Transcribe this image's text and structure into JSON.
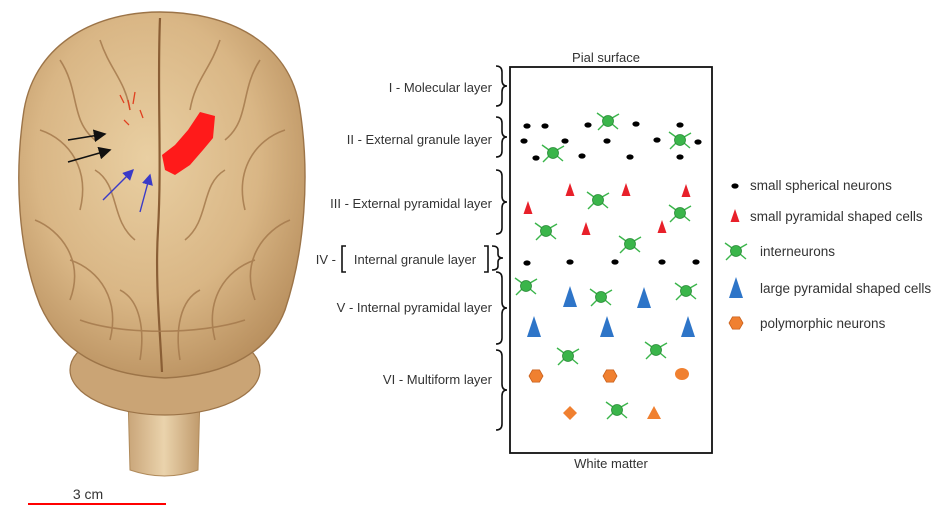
{
  "scale_bar": {
    "label": "3 cm",
    "color": "#ff0000"
  },
  "diagram": {
    "top_label": "Pial surface",
    "bottom_label": "White matter",
    "layers": [
      {
        "id": "I",
        "label": "I - Molecular layer"
      },
      {
        "id": "II",
        "label": "II - External granule layer"
      },
      {
        "id": "III",
        "label": "III - External pyramidal layer"
      },
      {
        "id": "IV",
        "label": "IV -",
        "boxed": "Internal granule layer"
      },
      {
        "id": "V",
        "label": "V - Internal pyramidal layer"
      },
      {
        "id": "VI",
        "label": "VI - Multiform layer"
      }
    ]
  },
  "legend": [
    {
      "label": "small spherical neurons",
      "shape": "small-ellipse",
      "color": "#000000"
    },
    {
      "label": "small pyramidal shaped cells",
      "shape": "small-triangle",
      "color": "#e8202a"
    },
    {
      "label": "interneurons",
      "shape": "star-circle",
      "color": "#3ab54a"
    },
    {
      "label": "large pyramidal shaped cells",
      "shape": "large-triangle",
      "color": "#2e75c8"
    },
    {
      "label": "polymorphic neurons",
      "shape": "hexagon",
      "color": "#f08030"
    }
  ],
  "colors": {
    "brain_base": "#d9b98a",
    "lesion": "#ff1a1a",
    "arrow_black": "#111111",
    "arrow_blue": "#3a3ac8"
  }
}
